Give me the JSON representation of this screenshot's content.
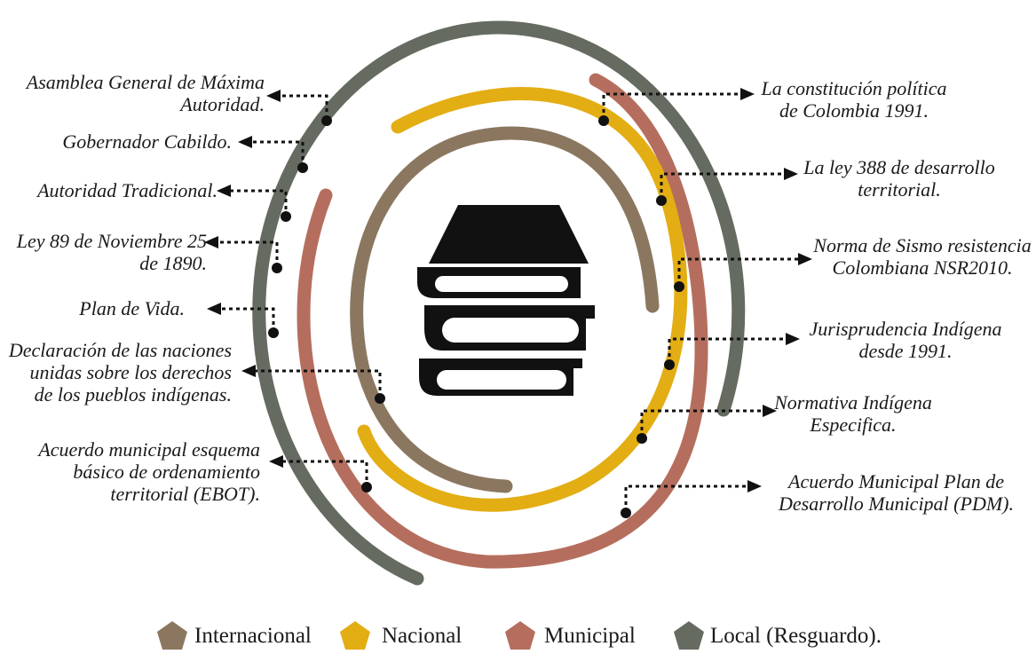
{
  "colors": {
    "internacional": "#8b7760",
    "nacional": "#e3ad14",
    "municipal": "#b56e5d",
    "local": "#656b60"
  },
  "center_icon": "books-icon",
  "left_labels": [
    {
      "text": "Asamblea General de Máxima\nAutoridad."
    },
    {
      "text": "Gobernador Cabildo."
    },
    {
      "text": "Autoridad Tradicional."
    },
    {
      "text": "Ley 89 de Noviembre 25\nde 1890."
    },
    {
      "text": "Plan de Vida."
    },
    {
      "text": "Declaración de las naciones\nunidas sobre los derechos\nde los pueblos indígenas."
    },
    {
      "text": "Acuerdo municipal esquema\nbásico de ordenamiento\nterritorial (EBOT)."
    }
  ],
  "right_labels": [
    {
      "text": "La constitución política\nde Colombia 1991."
    },
    {
      "text": "La ley 388 de desarrollo\nterritorial."
    },
    {
      "text": "Norma de Sismo resistencia\nColombiana NSR2010."
    },
    {
      "text": "Jurisprudencia Indígena\ndesde 1991."
    },
    {
      "text": "Normativa Indígena\nEspecifica."
    },
    {
      "text": "Acuerdo Municipal Plan de\nDesarrollo Municipal (PDM)."
    }
  ],
  "legend": [
    {
      "label": "Internacional",
      "color": "#8b7760"
    },
    {
      "label": "Nacional",
      "color": "#e3ad14"
    },
    {
      "label": "Municipal",
      "color": "#b56e5d"
    },
    {
      "label": "Local (Resguardo).",
      "color": "#656b60"
    }
  ]
}
